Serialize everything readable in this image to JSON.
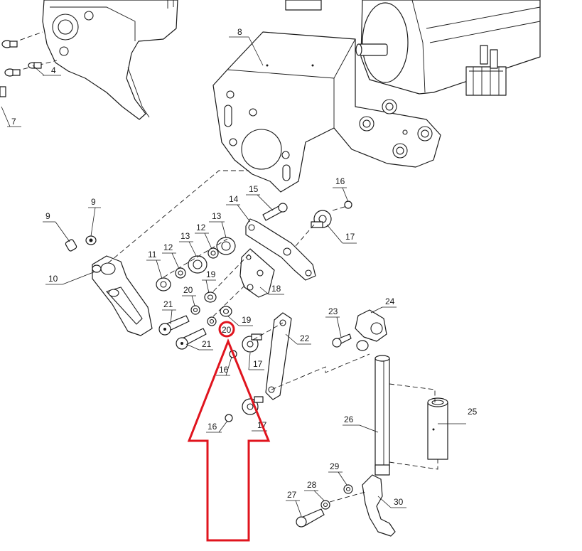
{
  "labels": {
    "p4": "4",
    "p7": "7",
    "p8": "8",
    "p9a": "9",
    "p9b": "9",
    "p10": "10",
    "p11": "11",
    "p12a": "12",
    "p12b": "12",
    "p13a": "13",
    "p13b": "13",
    "p14": "14",
    "p15": "15",
    "p16a": "16",
    "p16b": "16",
    "p16c": "16",
    "p17a": "17",
    "p17b": "17",
    "p17c": "17",
    "p18": "18",
    "p19a": "19",
    "p19b": "19",
    "p20a": "20",
    "p20b": "20",
    "p21a": "21",
    "p21b": "21",
    "p22": "22",
    "p23": "23",
    "p24": "24",
    "p25": "25",
    "p26": "26",
    "p27": "27",
    "p28": "28",
    "p29": "29",
    "p30": "30"
  },
  "highlight": {
    "target_label": "20",
    "color": "#e0141e",
    "shape": "circle-with-arrow"
  }
}
